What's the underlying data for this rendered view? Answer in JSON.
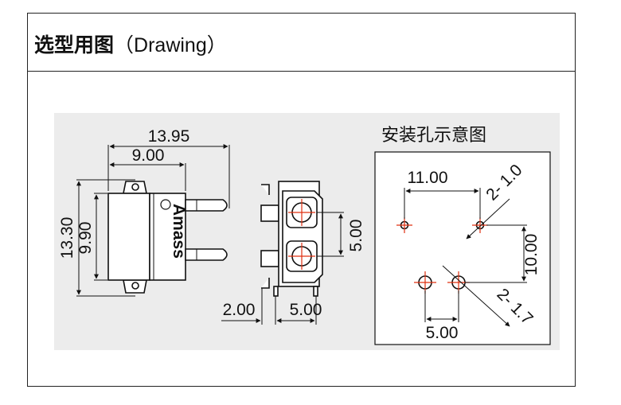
{
  "header": {
    "title_cn": "选型用图",
    "paren_open": "（",
    "title_en": "Drawing",
    "paren_close": "）"
  },
  "drawing": {
    "side_view": {
      "brand_text": "Amass",
      "dims": {
        "overall_width": "13.95",
        "body_width": "9.00",
        "overall_height": "13.30",
        "body_height": "9.90"
      }
    },
    "front_view": {
      "dims": {
        "pin_pitch": "5.00",
        "offset_left": "2.00",
        "offset_right": "5.00"
      }
    },
    "install_diagram": {
      "title": "安装孔示意图",
      "dims": {
        "top_spacing": "11.00",
        "small_hole": "2- 1.0",
        "vertical_spacing": "10.00",
        "large_hole": "2- 1.7",
        "bottom_spacing": "5.00"
      }
    },
    "colors": {
      "background": "#ececec",
      "line": "#111111",
      "hole_cross": "#e03010"
    }
  }
}
